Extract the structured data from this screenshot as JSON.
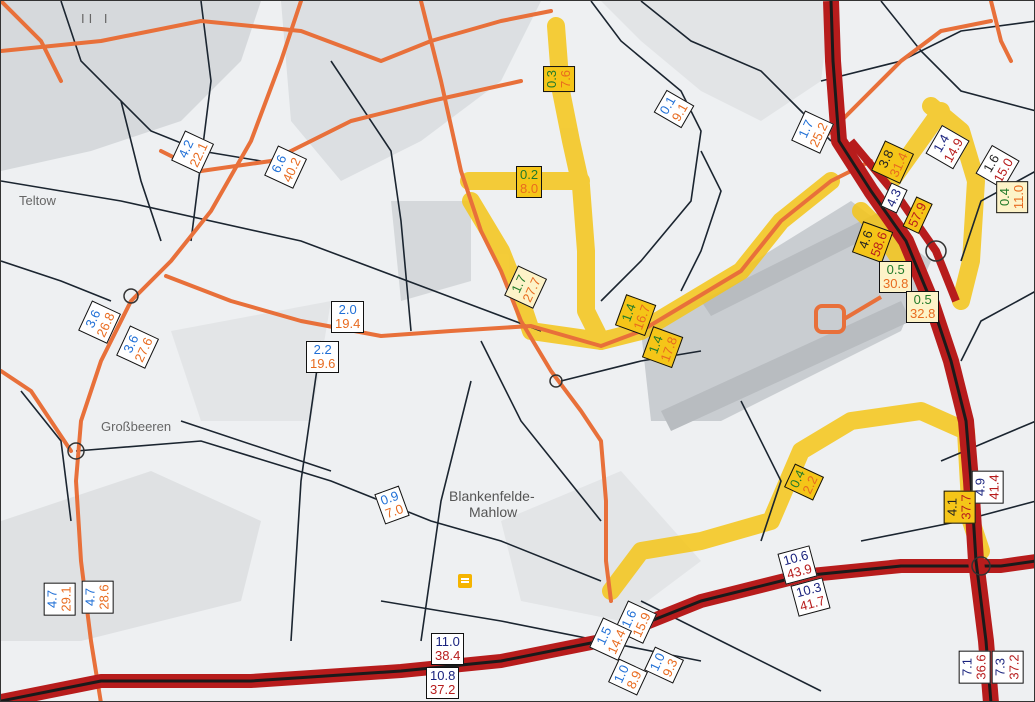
{
  "places": {
    "teltow": "Teltow",
    "grossbeeren": "Großbeeren",
    "blankenfelde": "Blankenfelde-",
    "mahlow": "Mahlow",
    "top_left_fragment": "II I"
  },
  "colors": {
    "highlight": "#f5c518",
    "motorway": "#b71c1c",
    "major_road": "#e8703a",
    "minor_road": "#1b2530",
    "airport": "#c9cdd1"
  },
  "labels": [
    {
      "id": "l1",
      "top": "4.2",
      "bottom": "22.1",
      "tc": "blue",
      "bc": "orange",
      "style": "white"
    },
    {
      "id": "l2",
      "top": "6.6",
      "bottom": "40.2",
      "tc": "blue",
      "bc": "orange",
      "style": "white"
    },
    {
      "id": "l3",
      "top": "0.3",
      "bottom": "7.6",
      "tc": "green",
      "bc": "orange",
      "style": "hl"
    },
    {
      "id": "l4",
      "top": "0.1",
      "bottom": "9.1",
      "tc": "blue",
      "bc": "orange",
      "style": "white"
    },
    {
      "id": "l5",
      "top": "1.7",
      "bottom": "25.2",
      "tc": "blue",
      "bc": "orange",
      "style": "white"
    },
    {
      "id": "l6",
      "top": "3.8",
      "bottom": "31.4",
      "tc": "dark",
      "bc": "orange",
      "style": "hl"
    },
    {
      "id": "l7",
      "top": "1.4",
      "bottom": "14.9",
      "tc": "navy",
      "bc": "red",
      "style": "white"
    },
    {
      "id": "l8",
      "top": "1.6",
      "bottom": "15.0",
      "tc": "dark",
      "bc": "red",
      "style": "white"
    },
    {
      "id": "l9",
      "top": "0.4",
      "bottom": "11.0",
      "tc": "green",
      "bc": "orange",
      "style": "pale"
    },
    {
      "id": "l10",
      "top": "0.2",
      "bottom": "8.0",
      "tc": "green",
      "bc": "orange",
      "style": "hl"
    },
    {
      "id": "l11",
      "top": "57.9",
      "bottom": "",
      "tc": "red",
      "bc": "red",
      "style": "hl"
    },
    {
      "id": "l12",
      "top": "4.3",
      "bottom": "",
      "tc": "navy",
      "bc": "navy",
      "style": "white"
    },
    {
      "id": "l13",
      "top": "4.6",
      "bottom": "58.6",
      "tc": "dark",
      "bc": "red",
      "style": "hl"
    },
    {
      "id": "l14",
      "top": "0.5",
      "bottom": "30.8",
      "tc": "green",
      "bc": "orange",
      "style": "pale"
    },
    {
      "id": "l15",
      "top": "0.5",
      "bottom": "32.8",
      "tc": "green",
      "bc": "orange",
      "style": "pale"
    },
    {
      "id": "l16",
      "top": "1.7",
      "bottom": "27.7",
      "tc": "green",
      "bc": "orange",
      "style": "pale"
    },
    {
      "id": "l17",
      "top": "1.4",
      "bottom": "16.7",
      "tc": "green",
      "bc": "orange",
      "style": "hl"
    },
    {
      "id": "l18",
      "top": "1.4",
      "bottom": "17.8",
      "tc": "green",
      "bc": "orange",
      "style": "hl"
    },
    {
      "id": "l19",
      "top": "3.6",
      "bottom": "26.8",
      "tc": "blue",
      "bc": "orange",
      "style": "white"
    },
    {
      "id": "l20",
      "top": "3.6",
      "bottom": "27.6",
      "tc": "blue",
      "bc": "orange",
      "style": "white"
    },
    {
      "id": "l21",
      "top": "2.0",
      "bottom": "19.4",
      "tc": "blue",
      "bc": "orange",
      "style": "white"
    },
    {
      "id": "l22",
      "top": "2.2",
      "bottom": "19.6",
      "tc": "blue",
      "bc": "orange",
      "style": "white"
    },
    {
      "id": "l23",
      "top": "0.9",
      "bottom": "7.0",
      "tc": "blue",
      "bc": "orange",
      "style": "white"
    },
    {
      "id": "l24",
      "top": "0.4",
      "bottom": "2.2",
      "tc": "green",
      "bc": "orange",
      "style": "hl"
    },
    {
      "id": "l25",
      "top": "4.9",
      "bottom": "41.4",
      "tc": "navy",
      "bc": "red",
      "style": "white"
    },
    {
      "id": "l26",
      "top": "4.1",
      "bottom": "37.7",
      "tc": "dark",
      "bc": "red",
      "style": "hl"
    },
    {
      "id": "l27",
      "top": "10.6",
      "bottom": "43.9",
      "tc": "navy",
      "bc": "red",
      "style": "white"
    },
    {
      "id": "l28",
      "top": "10.3",
      "bottom": "41.7",
      "tc": "navy",
      "bc": "red",
      "style": "white"
    },
    {
      "id": "l29",
      "top": "4.7",
      "bottom": "29.1",
      "tc": "blue",
      "bc": "orange",
      "style": "white"
    },
    {
      "id": "l30",
      "top": "4.7",
      "bottom": "28.6",
      "tc": "blue",
      "bc": "orange",
      "style": "white"
    },
    {
      "id": "l31",
      "top": "1.6",
      "bottom": "15.9",
      "tc": "blue",
      "bc": "orange",
      "style": "white"
    },
    {
      "id": "l32",
      "top": "1.5",
      "bottom": "14.4",
      "tc": "blue",
      "bc": "orange",
      "style": "white"
    },
    {
      "id": "l33",
      "top": "1.0",
      "bottom": "9.3",
      "tc": "blue",
      "bc": "orange",
      "style": "white"
    },
    {
      "id": "l34",
      "top": "1.0",
      "bottom": "8.9",
      "tc": "blue",
      "bc": "orange",
      "style": "white"
    },
    {
      "id": "l35",
      "top": "11.0",
      "bottom": "38.4",
      "tc": "navy",
      "bc": "red",
      "style": "white"
    },
    {
      "id": "l36",
      "top": "10.8",
      "bottom": "37.2",
      "tc": "navy",
      "bc": "red",
      "style": "white"
    },
    {
      "id": "l37",
      "top": "7.3",
      "bottom": "37.2",
      "tc": "navy",
      "bc": "red",
      "style": "white"
    },
    {
      "id": "l38",
      "top": "7.1",
      "bottom": "36.6",
      "tc": "navy",
      "bc": "red",
      "style": "white"
    }
  ]
}
